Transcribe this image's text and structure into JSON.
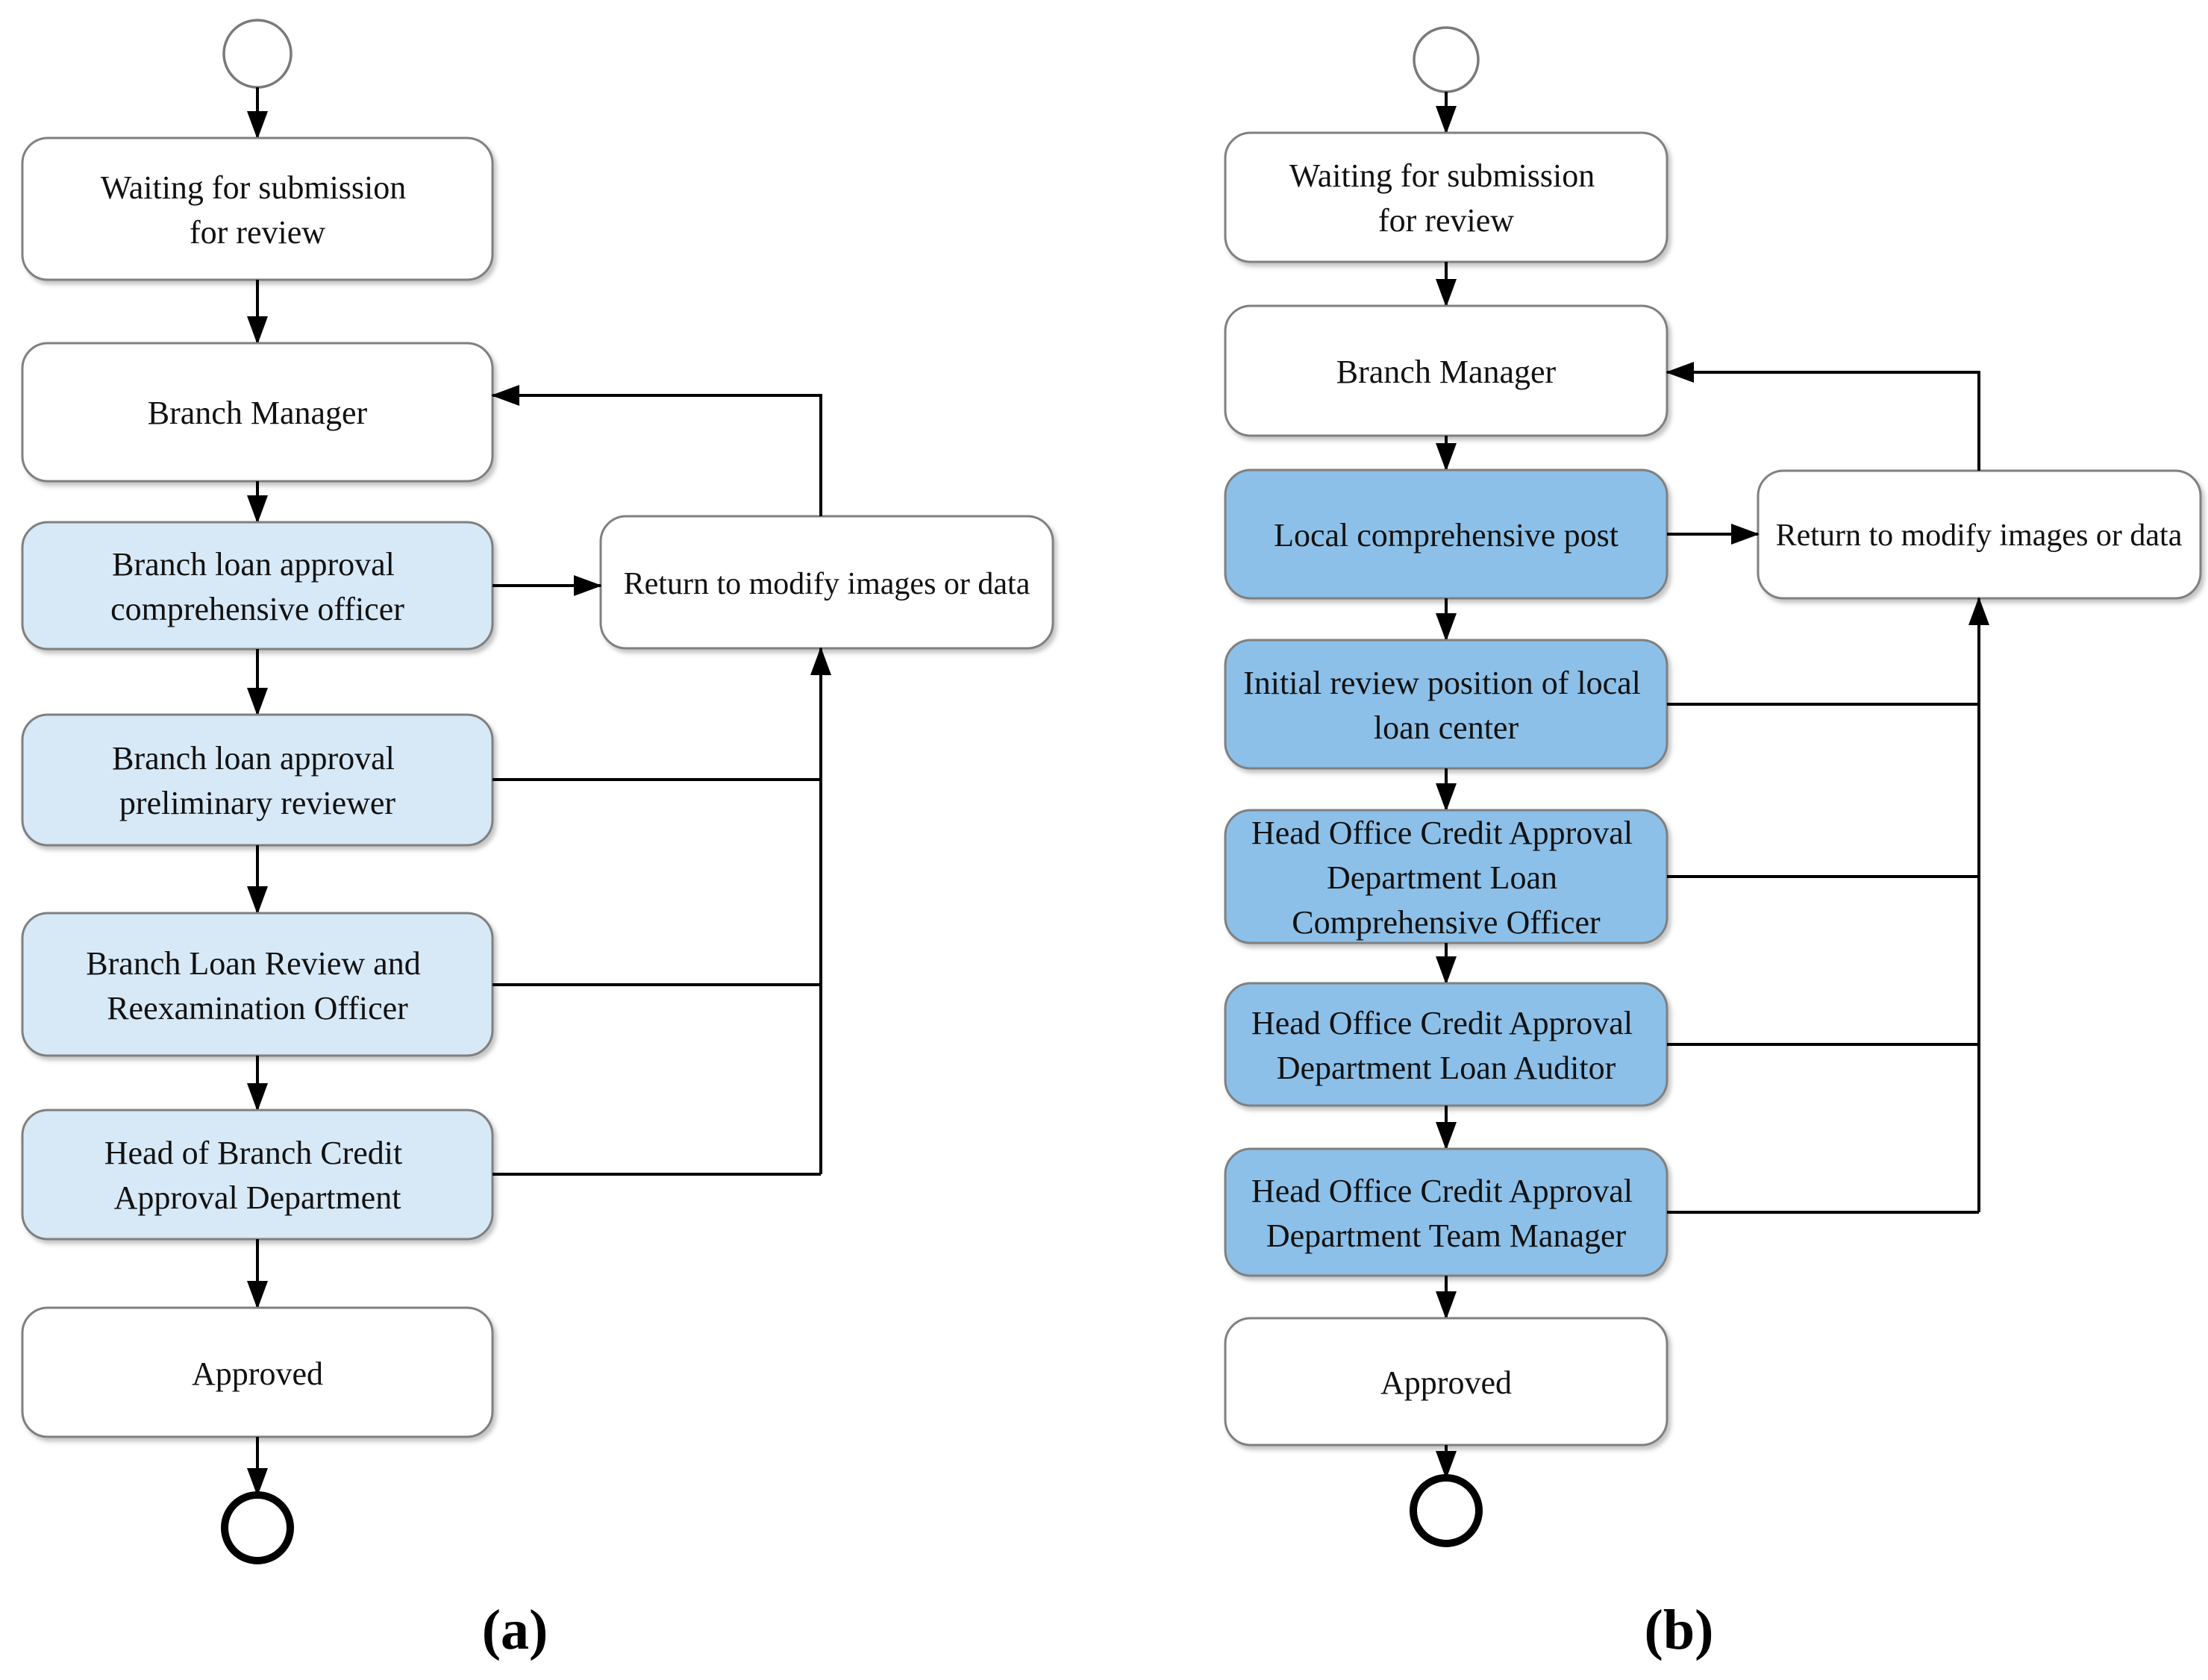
{
  "colors": {
    "panel_a_box_fill": "#d7e8f6",
    "panel_b_box_fill": "#8cc0e8",
    "neutral_box_fill": "#ffffff",
    "box_border": "#808080",
    "edge_color": "#000000"
  },
  "figure": {
    "panel_a": {
      "caption": "(a)",
      "nodes": {
        "waiting": {
          "lines": [
            "Waiting for submission",
            "for review"
          ]
        },
        "branch_manager": {
          "label": "Branch Manager"
        },
        "comprehensive_officer": {
          "lines": [
            "Branch loan approval",
            "comprehensive officer"
          ]
        },
        "preliminary_reviewer": {
          "lines": [
            "Branch loan approval",
            "preliminary reviewer"
          ]
        },
        "review_reexamination_officer": {
          "lines": [
            "Branch Loan Review and",
            "Reexamination Officer"
          ]
        },
        "head_branch_credit": {
          "lines": [
            "Head of Branch Credit",
            "Approval Department"
          ]
        },
        "approved": {
          "label": "Approved"
        },
        "return_modify": {
          "label": "Return to modify images or data"
        }
      }
    },
    "panel_b": {
      "caption": "(b)",
      "nodes": {
        "waiting": {
          "lines": [
            "Waiting for submission",
            "for review"
          ]
        },
        "branch_manager": {
          "label": "Branch Manager"
        },
        "local_comprehensive_post": {
          "label": "Local comprehensive post"
        },
        "initial_review_position": {
          "lines": [
            "Initial review position of local",
            "loan center"
          ]
        },
        "loan_comprehensive_officer": {
          "lines": [
            "Head Office Credit Approval",
            "Department Loan",
            "Comprehensive Officer"
          ]
        },
        "loan_auditor": {
          "lines": [
            "Head Office Credit Approval",
            "Department Loan Auditor"
          ]
        },
        "team_manager": {
          "lines": [
            "Head Office Credit Approval",
            "Department Team Manager"
          ]
        },
        "approved": {
          "label": "Approved"
        },
        "return_modify": {
          "label": "Return to modify images or data"
        }
      }
    }
  }
}
